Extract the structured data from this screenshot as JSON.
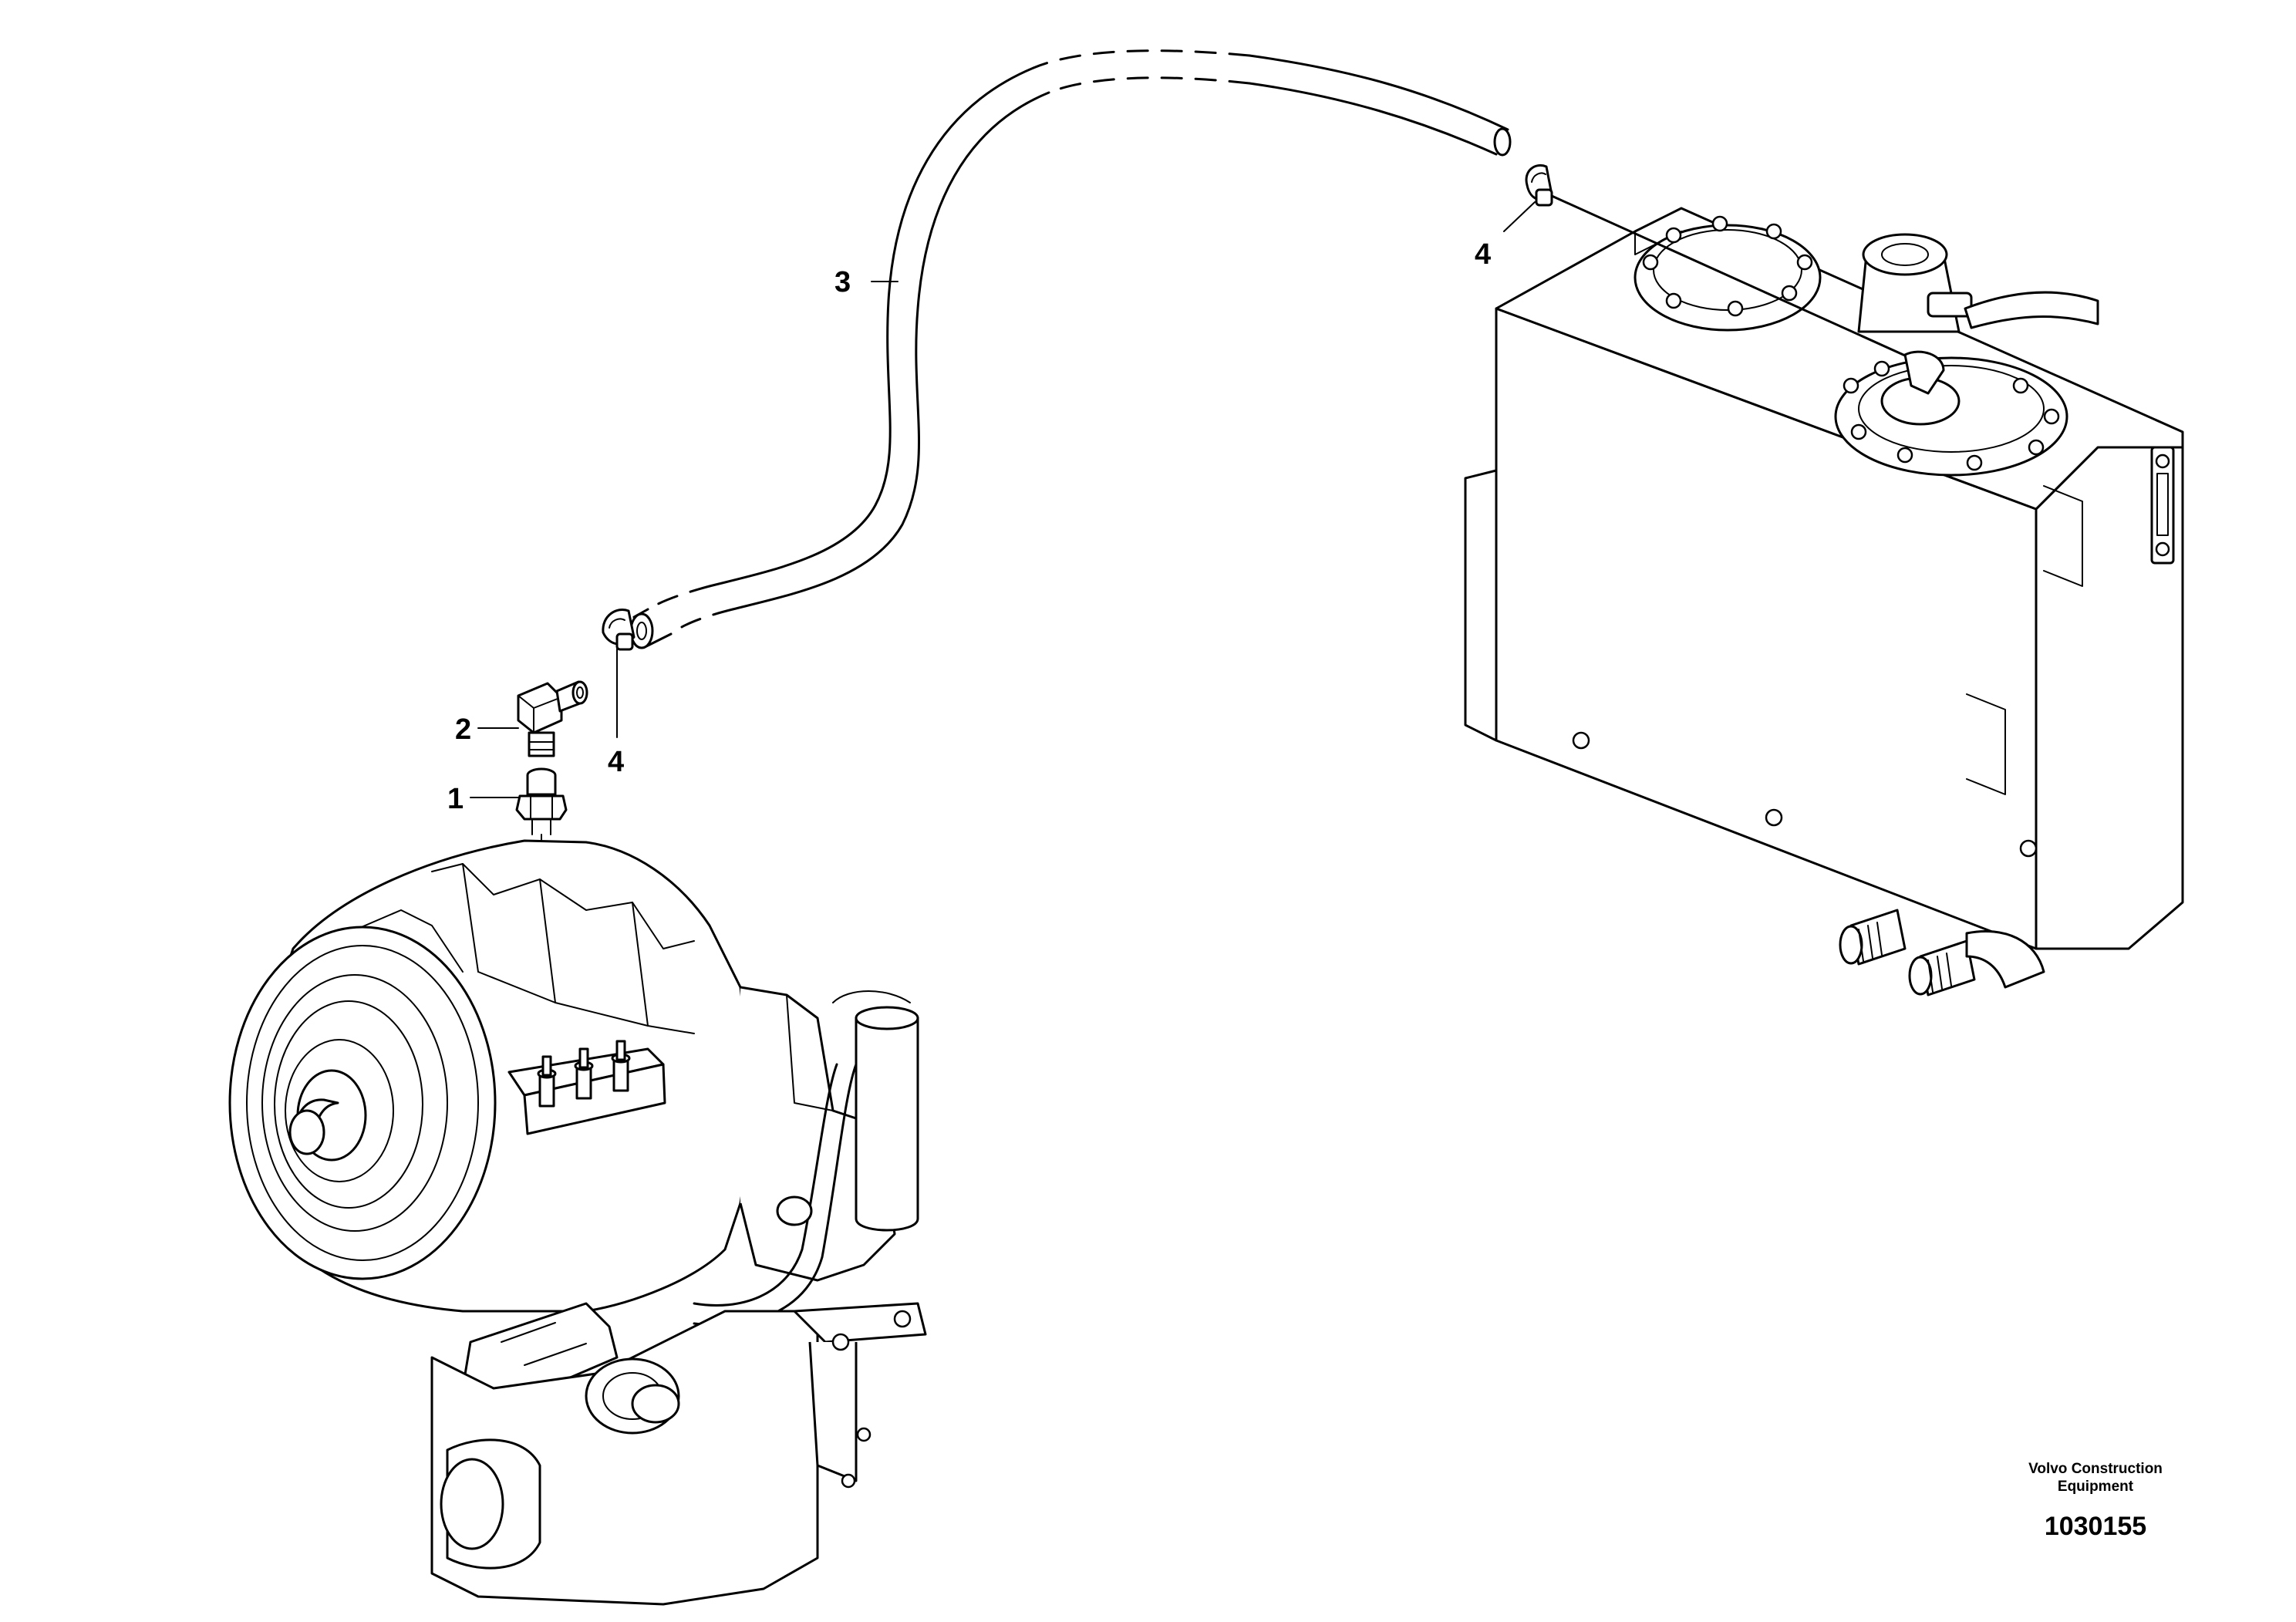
{
  "callouts": {
    "c1": "1",
    "c2": "2",
    "c3": "3",
    "c4a": "4",
    "c4b": "4"
  },
  "footer": {
    "brand_line1": "Volvo Construction",
    "brand_line2": "Equipment",
    "doc_number": "1030155"
  },
  "style": {
    "ink": "#000000",
    "paper": "#ffffff"
  }
}
